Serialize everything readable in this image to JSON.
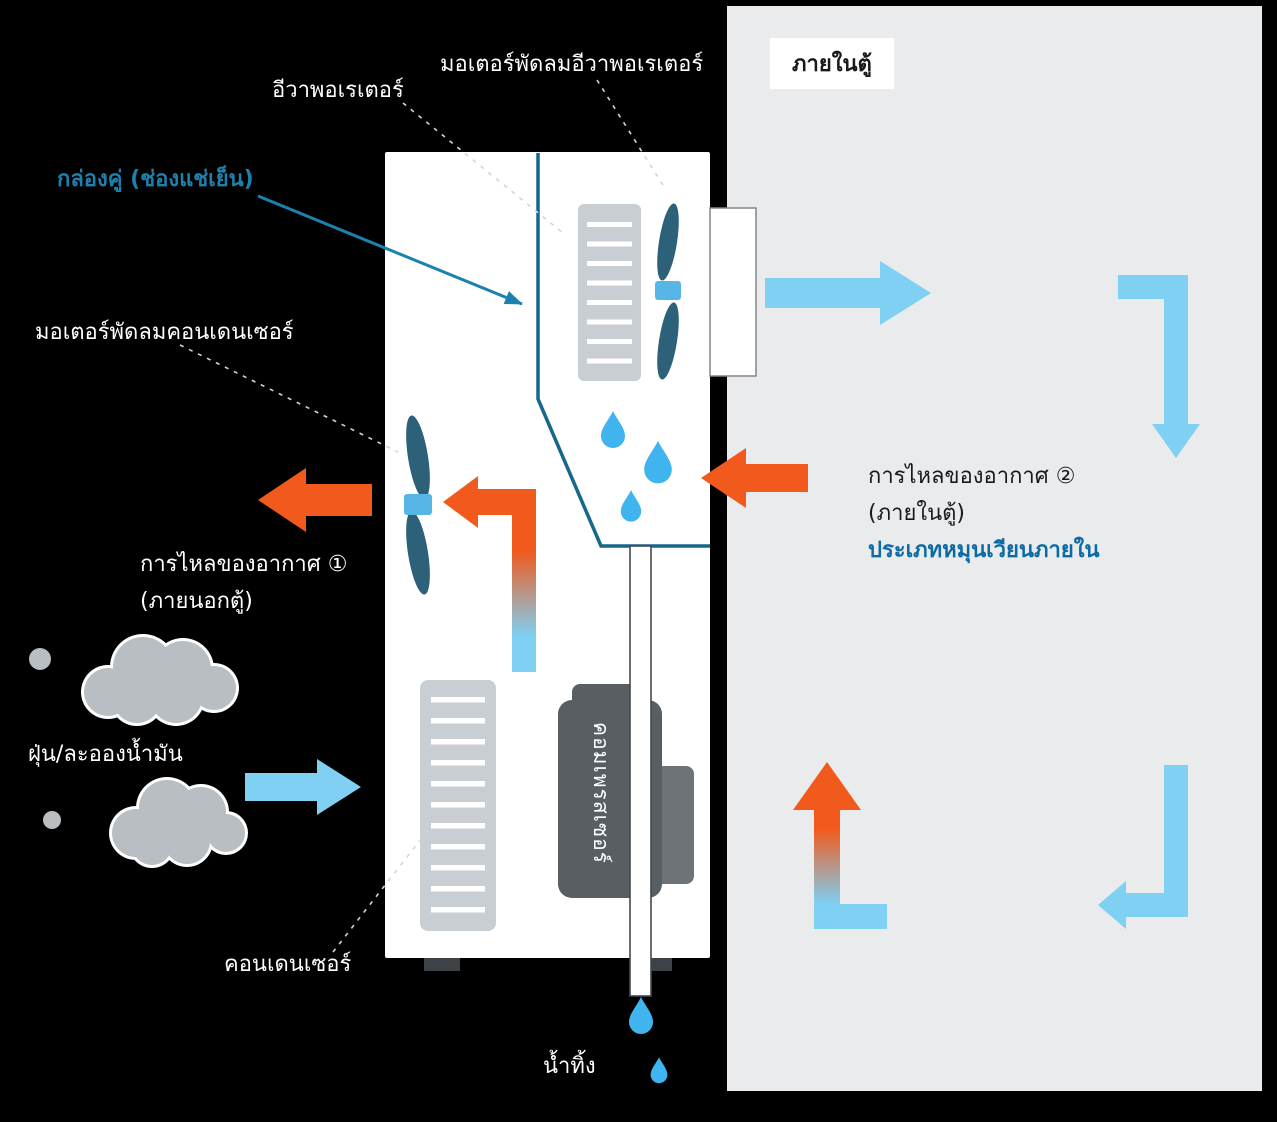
{
  "colors": {
    "background": "#000000",
    "panel_gray": "#e9ebec",
    "unit_white": "#ffffff",
    "outline_teal": "#17678c",
    "teal_label": "#1d81ae",
    "light_blue": "#7fd0f3",
    "orange": "#f25a1d",
    "component_gray": "#c9ced3",
    "compressor_gray": "#595e63",
    "compressor_bump": "#6e7378",
    "fan_blade": "#2c6179",
    "fan_hub": "#58b6e6",
    "cloud_gray": "#b9bec3",
    "droplet_blue": "#3fb4ee",
    "inner_type_blue": "#0c6ba5",
    "leader_gray": "#d2d5d8",
    "duct_border": "#82878b",
    "pipe_border": "#45494d",
    "foot_gray": "#3d4246",
    "text_white": "#ffffff",
    "text_black": "#1a1a1a"
  },
  "labels": {
    "cabinet_interior_badge": "ภายในตู้",
    "evaporator_fan_motor": "มอเตอร์พัดลมอีวาพอเรเตอร์",
    "evaporator": "อีวาพอเรเตอร์",
    "cold_box": "กล่องคู่ (ช่องแช่เย็น)",
    "condenser_fan_motor": "มอเตอร์พัดลมคอนเดนเซอร์",
    "airflow_1_title": "การไหลของอากาศ ①",
    "airflow_1_subtitle": "(ภายนอกตู้)",
    "dust_oil_mist": "ฝุ่น/ละอองน้ำมัน",
    "condenser": "คอนเดนเซอร์",
    "compressor": "คอมเพรสเซอร์",
    "drain_water": "น้ำทิ้ง",
    "airflow_2_title": "การไหลของอากาศ ②",
    "airflow_2_subtitle": "(ภายในตู้)",
    "airflow_2_type": "ประเภทหมุนเวียนภายใน"
  }
}
